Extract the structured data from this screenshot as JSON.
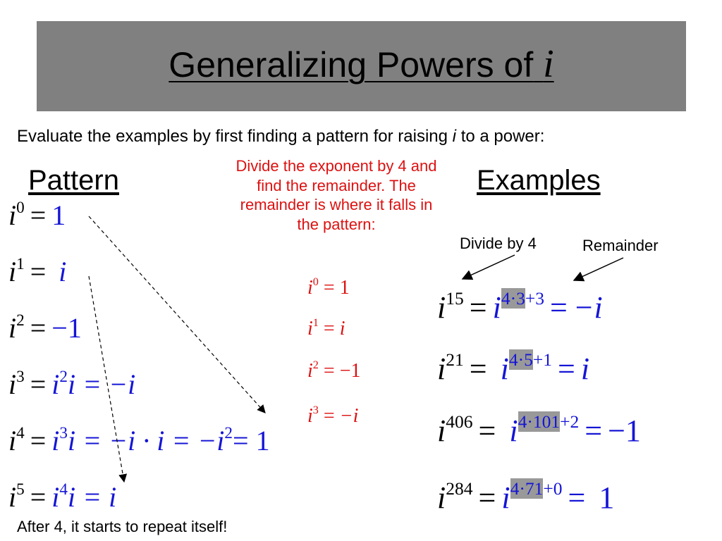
{
  "slide": {
    "title_text": "Generalizing Powers of",
    "title_var": "i",
    "instruction_before": "Evaluate the examples by first finding a pattern for raising",
    "instruction_var": "i",
    "instruction_after": "to a power:",
    "pattern_heading": "Pattern",
    "examples_heading": "Examples",
    "red_note": "Divide the exponent by 4 and find the remainder.  The remainder is where it falls in the pattern:",
    "label_divide": "Divide by 4",
    "label_remainder": "Remainder",
    "footer_note": "After 4, it starts to repeat itself!"
  },
  "pattern": [
    {
      "exp": "0",
      "rhs": "1"
    },
    {
      "exp": "1",
      "rhs": "i"
    },
    {
      "exp": "2",
      "rhs": "−1"
    },
    {
      "exp": "3",
      "rhs_a": "i",
      "rhs_a_exp": "2",
      "rhs_b": "i = −i"
    },
    {
      "exp": "4",
      "rhs_a": "i",
      "rhs_a_exp": "3",
      "rhs_b": "i = −i · i = −i",
      "rhs_b_exp": "2",
      "rhs_c": "= 1"
    },
    {
      "exp": "5",
      "rhs_a": "i",
      "rhs_a_exp": "4",
      "rhs_b": "i = i"
    }
  ],
  "red_pattern": [
    {
      "exp": "0",
      "rhs": "1"
    },
    {
      "exp": "1",
      "rhs": "i"
    },
    {
      "exp": "2",
      "rhs": "−1"
    },
    {
      "exp": "3",
      "rhs": "−i"
    }
  ],
  "examples": [
    {
      "exp": "15",
      "quotient": "4·3",
      "remainder": "+3",
      "result": "−i"
    },
    {
      "exp": "21",
      "quotient": "4·5",
      "remainder": "+1",
      "result": "i"
    },
    {
      "exp": "406",
      "quotient": "4·101",
      "remainder": "+2",
      "result": "−1"
    },
    {
      "exp": "284",
      "quotient": "4·71",
      "remainder": "+0",
      "result": "1"
    }
  ],
  "colors": {
    "title_bar": "#808080",
    "blue": "#1515d6",
    "red": "#dd1111",
    "highlight": "#999999"
  }
}
